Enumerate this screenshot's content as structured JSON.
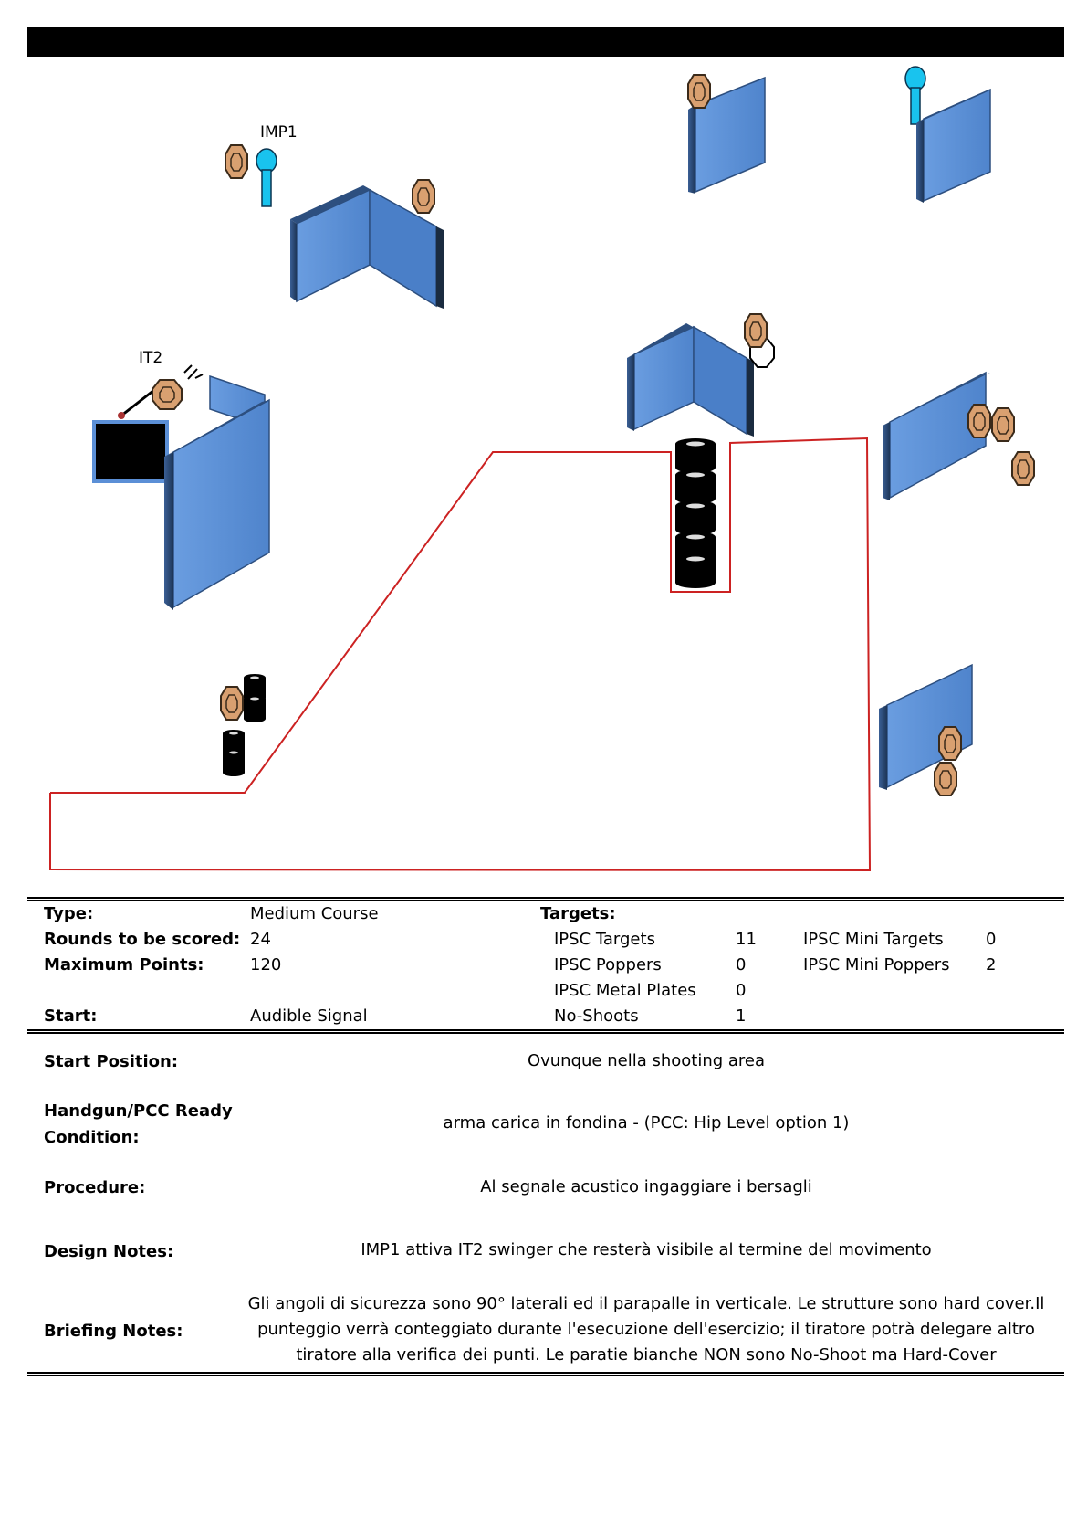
{
  "diagram": {
    "labels": {
      "imp1": "IMP1",
      "it2": "IT2"
    },
    "colors": {
      "wall": "#5b8fd6",
      "wall_dark": "#2d4f7f",
      "popper": "#19c3ee",
      "target": "#d9a070",
      "fault_line": "#cc2222",
      "barrel": "#000000"
    }
  },
  "summary": {
    "type_label": "Type:",
    "type_value": "Medium Course",
    "rounds_label": "Rounds to be scored:",
    "rounds_value": "24",
    "points_label": "Maximum Points:",
    "points_value": "120",
    "start_label": "Start:",
    "start_value": "Audible Signal",
    "targets_label": "Targets:",
    "targets": [
      {
        "name": "IPSC Targets",
        "count": "11"
      },
      {
        "name": "IPSC Poppers",
        "count": "0"
      },
      {
        "name": "IPSC Metal Plates",
        "count": "0"
      },
      {
        "name": "No-Shoots",
        "count": "1"
      }
    ],
    "mini_targets": [
      {
        "name": "IPSC Mini Targets",
        "count": "0"
      },
      {
        "name": "IPSC Mini Poppers",
        "count": "2"
      }
    ]
  },
  "details": {
    "start_position_label": "Start Position:",
    "start_position_value": "Ovunque nella shooting area",
    "ready_label_1": "Handgun/PCC Ready",
    "ready_label_2": "Condition:",
    "ready_value": "arma carica in fondina - (PCC: Hip Level option 1)",
    "procedure_label": "Procedure:",
    "procedure_value": "Al segnale acustico ingaggiare i bersagli",
    "design_label": "Design Notes:",
    "design_value": "IMP1 attiva IT2 swinger che resterà visibile al termine del movimento",
    "briefing_label": "Briefing Notes:",
    "briefing_line_1": "Gli angoli di sicurezza sono 90° laterali ed il parapalle in verticale. Le strutture sono hard cover.Il",
    "briefing_line_2": "punteggio verrà conteggiato durante l'esecuzione dell'esercizio; il tiratore potrà delegare altro",
    "briefing_line_3": "tiratore alla verifica  dei punti. Le paratie bianche NON sono No-Shoot ma Hard-Cover"
  }
}
